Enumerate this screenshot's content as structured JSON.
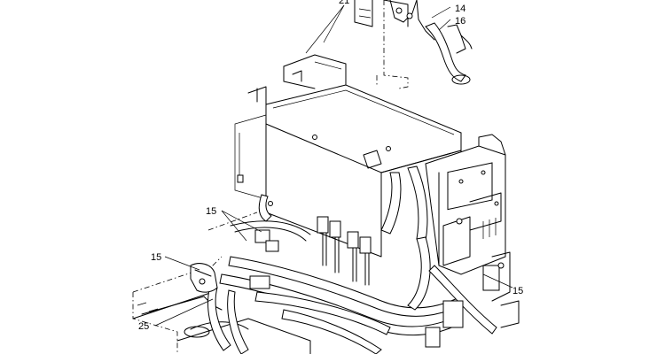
{
  "callouts": [
    {
      "id": "c21",
      "text": "21"
    },
    {
      "id": "c14",
      "text": "14"
    },
    {
      "id": "c16",
      "text": "16"
    },
    {
      "id": "c15a",
      "text": "15"
    },
    {
      "id": "c15b",
      "text": "15"
    },
    {
      "id": "c15c",
      "text": "15"
    },
    {
      "id": "c25",
      "text": "25"
    }
  ]
}
